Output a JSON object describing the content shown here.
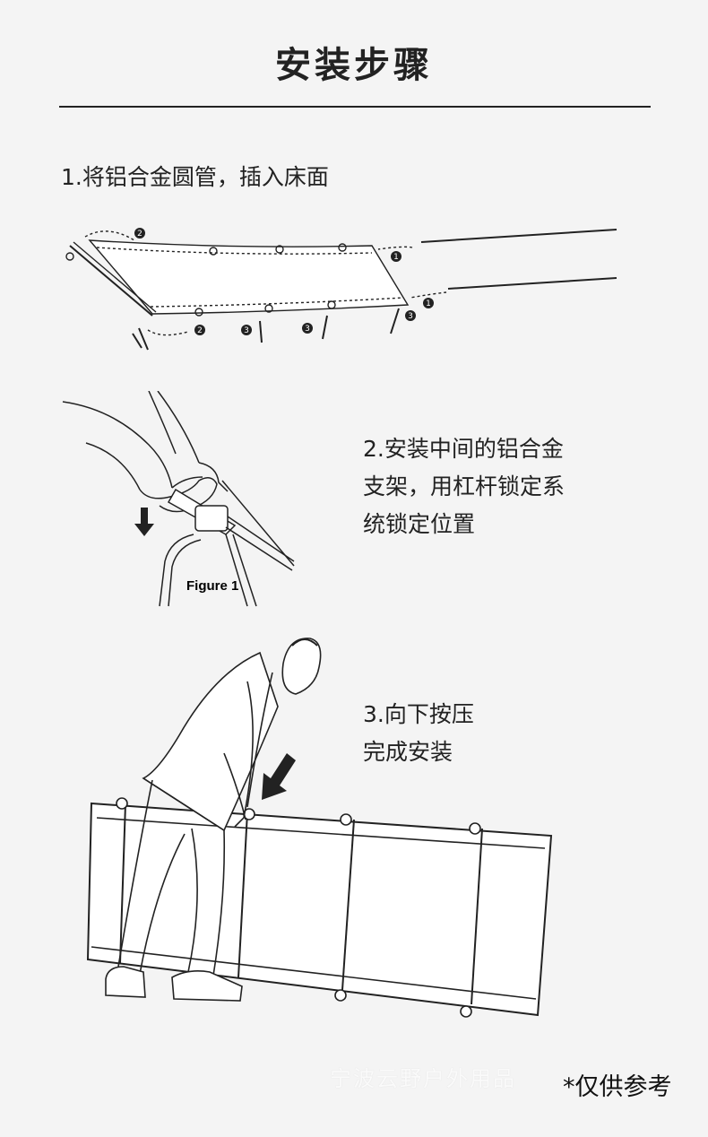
{
  "title": "安装步骤",
  "step1": {
    "text": "1.将铝合金圆管，插入床面"
  },
  "step2": {
    "lines": [
      "2.安装中间的铝合金",
      "支架，用杠杆锁定系",
      "统锁定位置"
    ]
  },
  "step3": {
    "lines": [
      "3.向下按压",
      "完成安装"
    ]
  },
  "figure1": {
    "label": "Figure 1",
    "markers": [
      "2",
      "1",
      "1",
      "2",
      "3",
      "3",
      "3"
    ]
  },
  "footer": {
    "watermark": "宁波云野户外用品",
    "note": "*仅供参考"
  }
}
